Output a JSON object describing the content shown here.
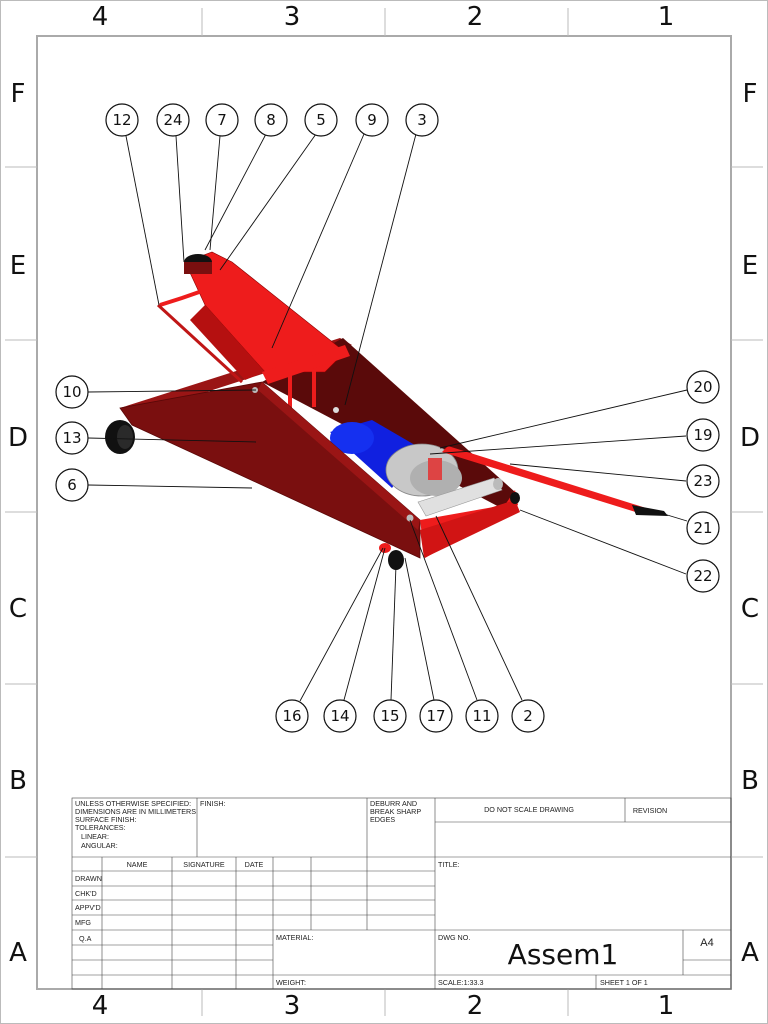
{
  "zones": {
    "columns": [
      "4",
      "3",
      "2",
      "1"
    ],
    "rows": [
      "F",
      "E",
      "D",
      "C",
      "B",
      "A"
    ]
  },
  "balloons": [
    {
      "id": "12"
    },
    {
      "id": "24"
    },
    {
      "id": "7"
    },
    {
      "id": "8"
    },
    {
      "id": "5"
    },
    {
      "id": "9"
    },
    {
      "id": "3"
    },
    {
      "id": "10"
    },
    {
      "id": "13"
    },
    {
      "id": "6"
    },
    {
      "id": "20"
    },
    {
      "id": "19"
    },
    {
      "id": "23"
    },
    {
      "id": "21"
    },
    {
      "id": "22"
    },
    {
      "id": "16"
    },
    {
      "id": "14"
    },
    {
      "id": "15"
    },
    {
      "id": "17"
    },
    {
      "id": "11"
    },
    {
      "id": "2"
    }
  ],
  "colors": {
    "frame_dark": "#7a0f0f",
    "frame_red": "#ee1c1c",
    "cylinder_blue": "#1020e0",
    "housing_grey": "#c8c8c8",
    "wheel_black": "#111111"
  },
  "title_block": {
    "notes": [
      "UNLESS OTHERWISE SPECIFIED:",
      "DIMENSIONS ARE IN MILLIMETERS",
      "SURFACE FINISH:",
      "TOLERANCES:",
      "LINEAR:",
      "ANGULAR:"
    ],
    "finish_label": "FINISH:",
    "deburr": [
      "DEBURR AND",
      "BREAK SHARP",
      "EDGES"
    ],
    "do_not_scale": "DO NOT SCALE DRAWING",
    "revision_label": "REVISION",
    "col_headers": [
      "NAME",
      "SIGNATURE",
      "DATE"
    ],
    "rows": [
      "DRAWN",
      "CHK'D",
      "APPV'D",
      "MFG",
      "Q.A"
    ],
    "title_label": "TITLE:",
    "material_label": "MATERIAL:",
    "weight_label": "WEIGHT:",
    "dwg_no_label": "DWG NO.",
    "dwg_no": "Assem1",
    "size": "A4",
    "scale": "SCALE:1:33.3",
    "sheet": "SHEET 1 OF 1"
  }
}
